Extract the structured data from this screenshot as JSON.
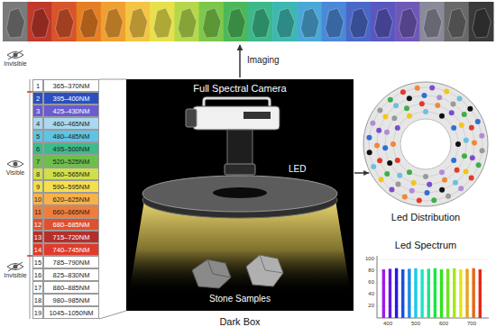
{
  "diagram": {
    "nodes": [
      {
        "text": [
          "Full Spectral Camera",
          "LED",
          "Stone Samples",
          "Dark Box"
        ]
      },
      {
        "text": [
          "Led Distribution"
        ]
      }
    ],
    "edges": [
      {
        "from": 0,
        "to": 1,
        "arrow": "to"
      }
    ],
    "labels": [
      "Imaging",
      "Invisible",
      "Visible",
      "Invisible",
      "1",
      "365–370NM",
      "2",
      "395–400NM",
      "3",
      "425–430NM",
      "4",
      "460–465NM",
      "5",
      "480–485NM",
      "6",
      "495–500NM",
      "7",
      "520–525NM",
      "8",
      "560–565NM",
      "9",
      "590–595NM",
      "10",
      "620–625NM",
      "11",
      "660–665NM",
      "12",
      "680–685NM",
      "13",
      "715–720NM",
      "14",
      "740–745NM",
      "15",
      "785–790NM",
      "16",
      "825–830NM",
      "17",
      "880–885NM",
      "18",
      "980–985NM",
      "19",
      "1045–1050NM",
      "Led Spectrum",
      "100",
      "80",
      "60",
      "40",
      "20",
      "400",
      "500",
      "600",
      "700"
    ]
  }
}
